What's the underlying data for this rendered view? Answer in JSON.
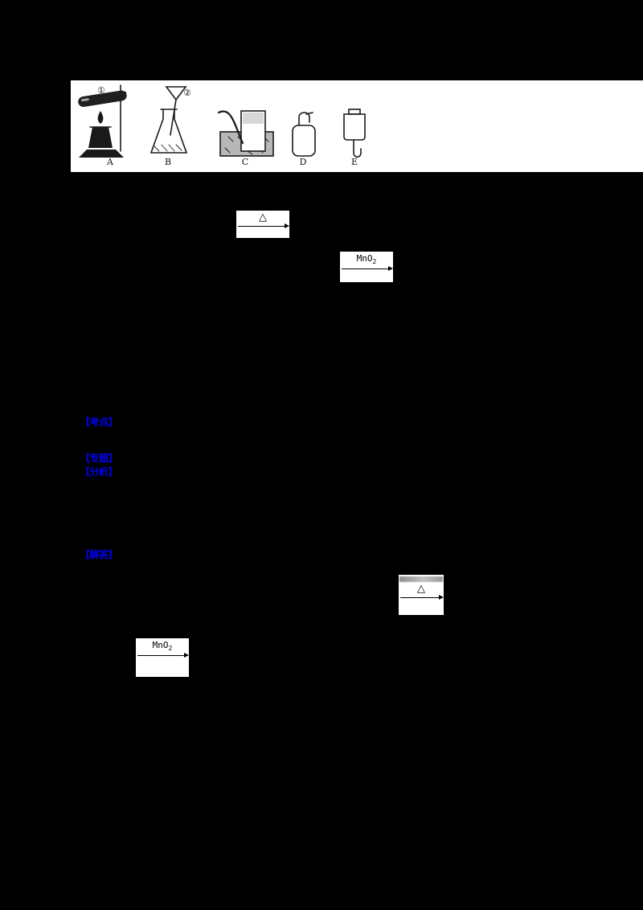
{
  "figure": {
    "apparatus_labels": [
      "A",
      "B",
      "C",
      "D",
      "E"
    ],
    "callout_1": "①",
    "callout_2": "②"
  },
  "equations": {
    "eq1_condition": "△",
    "eq2_condition_base": "MnO",
    "eq2_condition_sub": "2",
    "eq3_condition": "△",
    "eq4_condition_base": "MnO",
    "eq4_condition_sub": "2"
  },
  "tags": {
    "tag1": "【考点】",
    "tag2": "【专题】",
    "tag3": "【分析】",
    "tag4": "【解答】"
  },
  "colors": {
    "page_background": "#000000",
    "figure_background": "#ffffff",
    "tag_blue": "#0000ee",
    "ink": "#1a1a1a"
  }
}
